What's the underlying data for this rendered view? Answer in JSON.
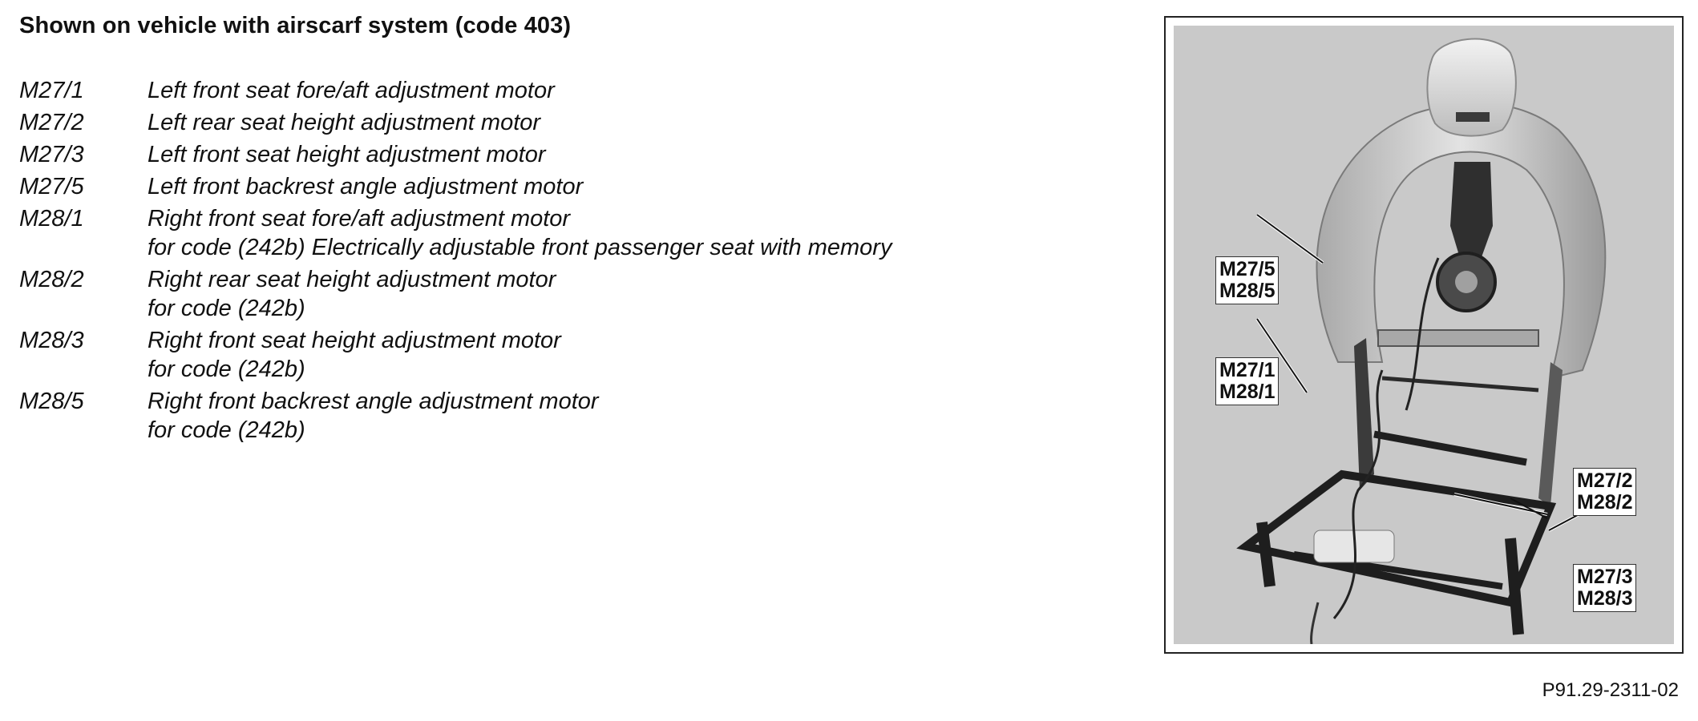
{
  "heading": "Shown on vehicle with airscarf system (code 403)",
  "legend": [
    {
      "code": "M27/1",
      "lines": [
        "Left front seat fore/aft adjustment motor"
      ]
    },
    {
      "code": "M27/2",
      "lines": [
        "Left rear seat height adjustment motor"
      ]
    },
    {
      "code": "M27/3",
      "lines": [
        "Left front seat height adjustment motor"
      ]
    },
    {
      "code": "M27/5",
      "lines": [
        "Left front backrest angle adjustment motor"
      ]
    },
    {
      "code": "M28/1",
      "lines": [
        "Right front seat fore/aft adjustment motor",
        "for code (242b) Electrically adjustable front passenger seat with memory"
      ]
    },
    {
      "code": "M28/2",
      "lines": [
        "Right rear seat height adjustment motor",
        "for code (242b)"
      ]
    },
    {
      "code": "M28/3",
      "lines": [
        "Right front seat height adjustment motor",
        "for code (242b)"
      ]
    },
    {
      "code": "M28/5",
      "lines": [
        "Right front backrest angle adjustment motor",
        "for code (242b)"
      ]
    }
  ],
  "figure": {
    "callouts": [
      {
        "id": "backrest",
        "lines": [
          "M27/5",
          "M28/5"
        ]
      },
      {
        "id": "foreaft",
        "lines": [
          "M27/1",
          "M28/1"
        ]
      },
      {
        "id": "rear-height",
        "lines": [
          "M27/2",
          "M28/2"
        ]
      },
      {
        "id": "front-height",
        "lines": [
          "M27/3",
          "M28/3"
        ]
      }
    ],
    "colors": {
      "background": "#c9c9c9",
      "frame": "#222222"
    }
  },
  "reference": "P91.29-2311-02"
}
